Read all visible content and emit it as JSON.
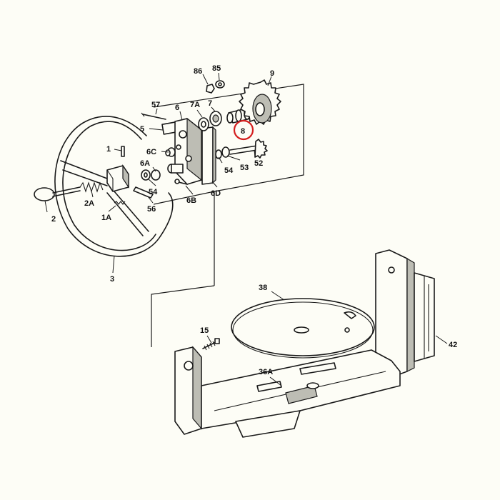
{
  "labels": {
    "p86": "86",
    "p85": "85",
    "p9": "9",
    "p57": "57",
    "p6": "6",
    "p7a": "7A",
    "p7": "7",
    "p5": "5",
    "p8": "8",
    "p1": "1",
    "p6c": "6C",
    "p54a": "54",
    "p53": "53",
    "p52": "52",
    "p6a": "6A",
    "p6d": "6D",
    "p2a": "2A",
    "p54b": "54",
    "p6b": "6B",
    "p56": "56",
    "p1a": "1A",
    "p2": "2",
    "p3": "3",
    "p38": "38",
    "p15": "15",
    "p42": "42",
    "p36a": "36A"
  },
  "highlight": {
    "part": "8",
    "color": "#d42020"
  }
}
